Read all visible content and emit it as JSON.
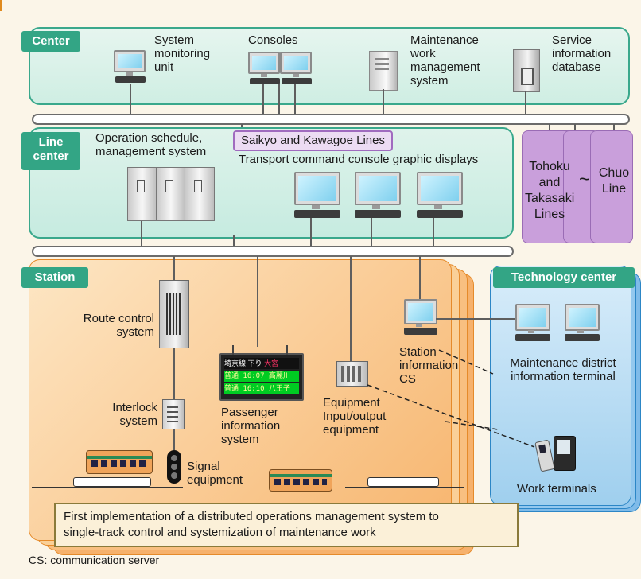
{
  "sections": {
    "center": "Center",
    "line_center": "Line\ncenter",
    "station": "Station",
    "technology_center": "Technology center"
  },
  "center": {
    "system_monitoring": "System\nmonitoring\nunit",
    "consoles": "Consoles",
    "maintenance_mgmt": "Maintenance\nwork\nmanagement\nsystem",
    "service_db": "Service\ninformation\ndatabase"
  },
  "line_center": {
    "operation_schedule": "Operation schedule,\nmanagement system",
    "saikyo": "Saikyo and Kawagoe Lines",
    "transport_displays": "Transport command console graphic displays"
  },
  "lines": {
    "tohoku": "Tohoku\nand\nTakasaki\nLines",
    "tilde": "~",
    "chuo": "Chuo\nLine"
  },
  "station": {
    "route_control": "Route control\nsystem",
    "interlock": "Interlock\nsystem",
    "signal": "Signal\nequipment",
    "passenger_info": "Passenger\ninformation\nsystem",
    "equipment_io": "Equipment\nInput/output\nequipment",
    "station_info_cs": "Station\ninformation\nCS",
    "board_header_1": "埼京線",
    "board_header_2": "下り",
    "board_header_3": "大宮",
    "board_row1": "普通 16:07 高麗川",
    "board_row2": "普通 16:10 八王子"
  },
  "technology": {
    "maintenance_terminal": "Maintenance district\ninformation terminal",
    "work_terminals": "Work terminals"
  },
  "caption": "First implementation of a distributed operations management system to\nsingle-track control and systemization of maintenance work",
  "footnote": "CS: communication server",
  "colors": {
    "teal_tag": "#33a585",
    "orange_panel": "#f6b16c",
    "blue_panel": "#9fcfee",
    "purple_panel": "#c99fdb"
  }
}
